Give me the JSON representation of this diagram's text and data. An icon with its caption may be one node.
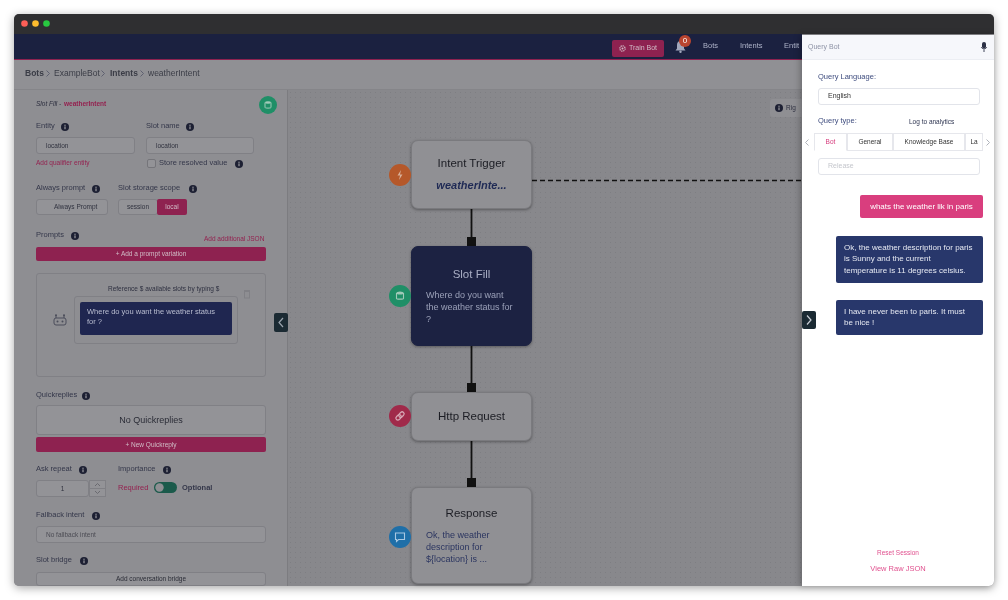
{
  "diagram": {
    "nodes": [
      {
        "text": [
          "Intent Trigger",
          "weatherInte..."
        ]
      },
      {
        "text": [
          "Slot Fill",
          "Where do you want the weather status for ?"
        ]
      },
      {
        "text": [
          "Http Request"
        ]
      },
      {
        "text": [
          "Response",
          "Ok, the weather description for ${location} is ..."
        ]
      }
    ],
    "edges": [
      {
        "from": 0,
        "to": 1,
        "arrow": "other"
      },
      {
        "from": 1,
        "to": 2,
        "arrow": "other"
      },
      {
        "from": 2,
        "to": 3,
        "arrow": "other"
      },
      {
        "from": 0,
        "to": null,
        "arrow": "none",
        "style": "dashed"
      }
    ],
    "labels": [
      "Train Bot",
      "0",
      "Bots",
      "Intents",
      "Entit",
      "Bots",
      "ExampleBot",
      "Intents",
      "weatherIntent",
      "Slot Fill -",
      "weatherIntent",
      "Entity",
      "Slot name",
      "location",
      "location",
      "Add qualifier entity",
      "Store resolved value",
      "Always prompt",
      "Slot storage scope",
      "Always Prompt",
      "session",
      "local",
      "Prompts",
      "Add additional JSON",
      "+ Add a prompt variation",
      "Reference $ available slots by typing $",
      "Where do you want the weather status for ?",
      "Quickreplies",
      "No Quickreplies",
      "+ New Quickreply",
      "Ask repeat",
      "Importance",
      "1",
      "Required",
      "Optional",
      "Fallback intent",
      "No fallback intent",
      "Slot bridge",
      "Add conversation bridge",
      "Rig",
      "Query Bot",
      "Query Language:",
      "English",
      "Query type:",
      "Log to analytics",
      "Bot",
      "General",
      "Knowledge Base",
      "La",
      "Release",
      "whats the weather lik in paris",
      "Ok, the weather description for paris is Sunny and the current temperature is 11 degrees celsius.",
      "I have never been to paris. It must be nice !",
      "Reset Session",
      "View Raw JSON"
    ]
  }
}
